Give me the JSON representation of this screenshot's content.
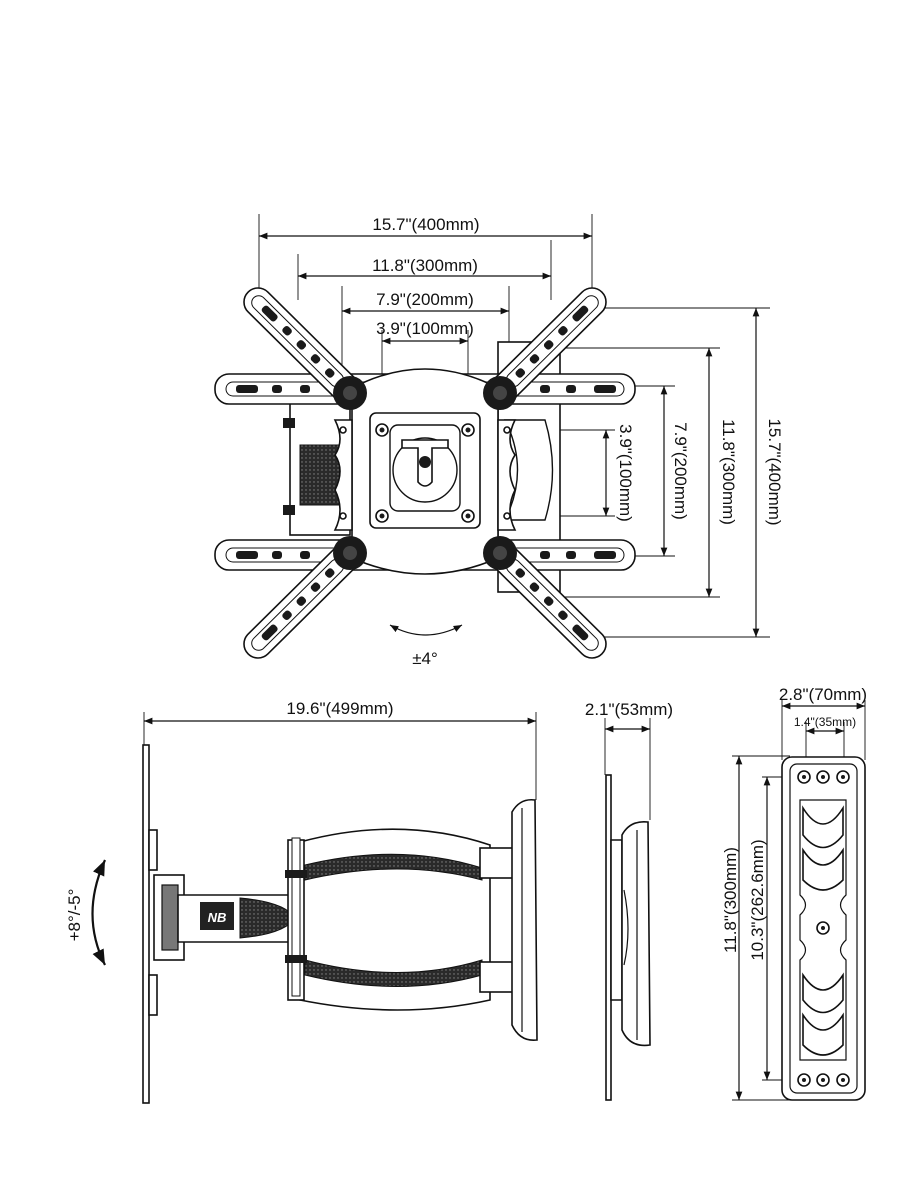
{
  "front_view": {
    "dims": {
      "w400": "15.7\"(400mm)",
      "w300": "11.8\"(300mm)",
      "w200": "7.9\"(200mm)",
      "w100": "3.9\"(100mm)",
      "h100": "3.9\"(100mm)",
      "h200": "7.9\"(200mm)",
      "h300": "11.8\"(300mm)",
      "h400": "15.7\"(400mm)"
    },
    "rotation": "±4°"
  },
  "side_view": {
    "extension": "19.6\"(499mm)",
    "tilt": "+8°/-5°",
    "logo": "NB"
  },
  "profile_view": {
    "depth": "2.1\"(53mm)"
  },
  "wall_plate_view": {
    "width": "2.8\"(70mm)",
    "hole_spacing": "1.4\"(35mm)",
    "height": "11.8\"(300mm)",
    "hole_height": "10.3\"(262.6mm)"
  },
  "colors": {
    "line": "#111111",
    "fill_dark": "#1a1a1a",
    "fill_mid": "#777777",
    "background": "#ffffff"
  }
}
